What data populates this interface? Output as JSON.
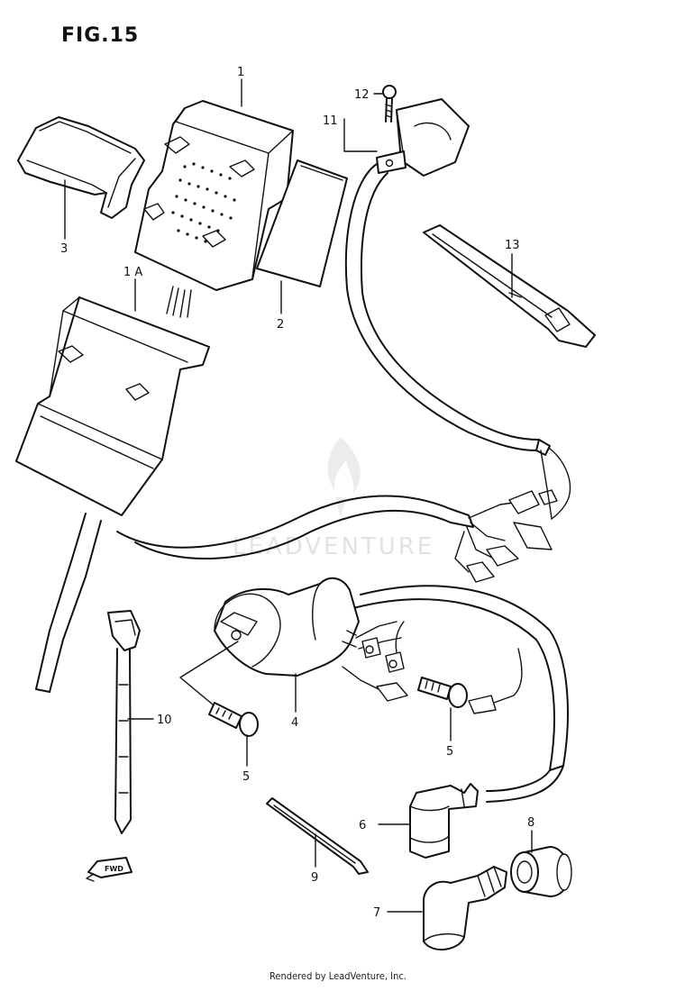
{
  "figure": {
    "title": "FIG.15"
  },
  "watermark": {
    "brand": "LEADVENTURE"
  },
  "footer": {
    "text": "Rendered by LeadVenture, Inc."
  },
  "callouts": [
    {
      "id": "c1",
      "label": "1"
    },
    {
      "id": "c1a",
      "label": "1 A"
    },
    {
      "id": "c2",
      "label": "2"
    },
    {
      "id": "c3",
      "label": "3"
    },
    {
      "id": "c4",
      "label": "4"
    },
    {
      "id": "c5a",
      "label": "5"
    },
    {
      "id": "c5b",
      "label": "5"
    },
    {
      "id": "c6",
      "label": "6"
    },
    {
      "id": "c7",
      "label": "7"
    },
    {
      "id": "c8",
      "label": "8"
    },
    {
      "id": "c9",
      "label": "9"
    },
    {
      "id": "c10",
      "label": "10"
    },
    {
      "id": "c11",
      "label": "11"
    },
    {
      "id": "c12",
      "label": "12"
    },
    {
      "id": "c13",
      "label": "13"
    }
  ],
  "fwd_marker": {
    "label": "FWD"
  }
}
